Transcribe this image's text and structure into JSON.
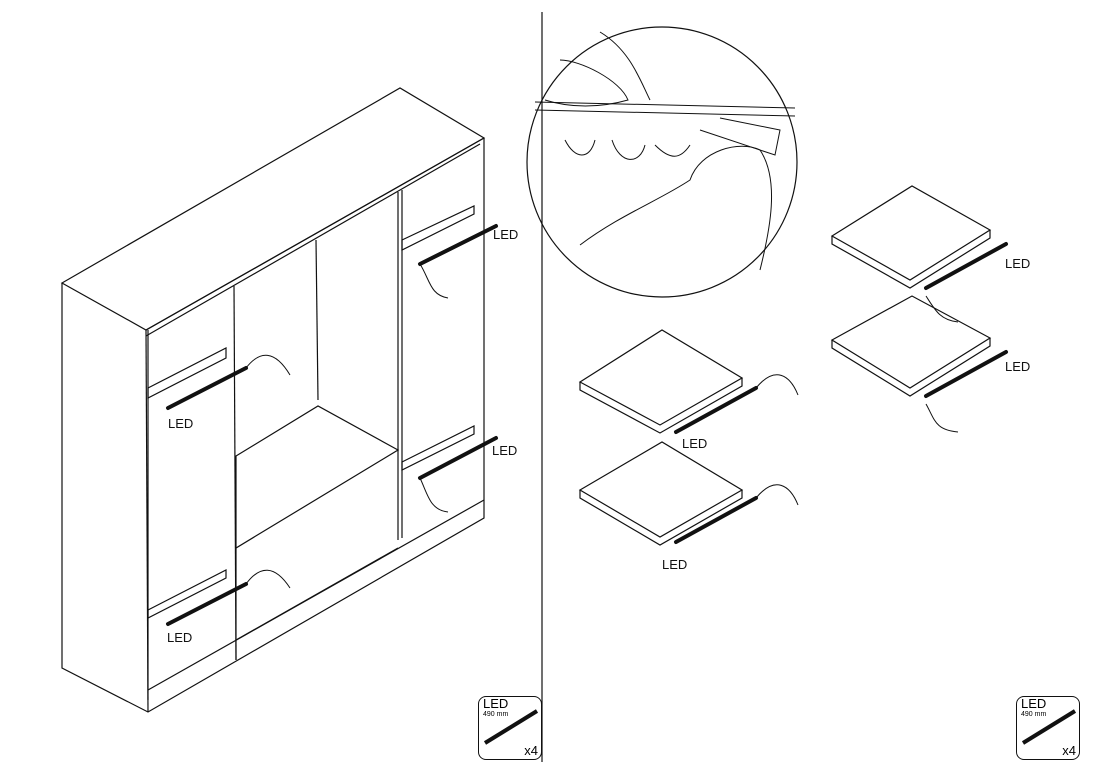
{
  "led_label": "LED",
  "labels": [
    "LED",
    "LED",
    "LED",
    "LED",
    "LED",
    "LED",
    "LED",
    "LED"
  ],
  "badge": {
    "title": "LED",
    "length": "490 mm",
    "quantity": "x4"
  }
}
